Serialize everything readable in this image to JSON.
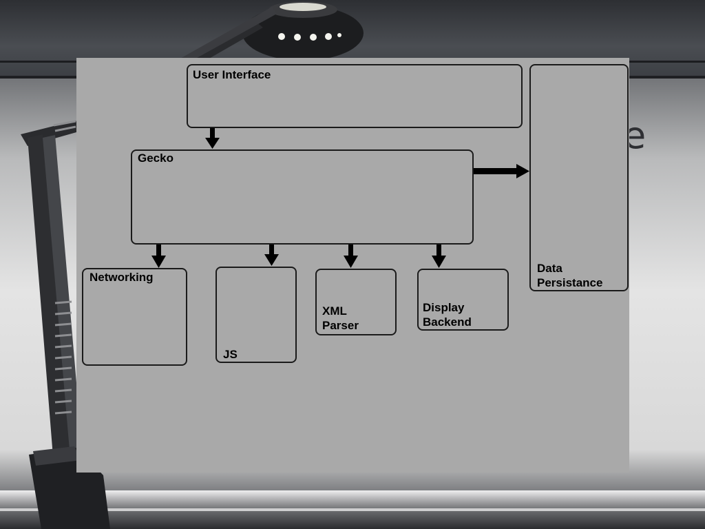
{
  "slide": {
    "title_fragment": "e"
  },
  "diagram": {
    "boxes": {
      "user_interface": "User Interface",
      "gecko": "Gecko",
      "data_persistance": "Data\nPersistance",
      "networking": "Networking",
      "js": "JS",
      "xml_parser": "XML\nParser",
      "display_backend": "Display\nBackend"
    },
    "edges": [
      {
        "from": "User Interface",
        "to": "Gecko"
      },
      {
        "from": "Gecko",
        "to": "Data Persistance"
      },
      {
        "from": "Gecko",
        "to": "Networking"
      },
      {
        "from": "Gecko",
        "to": "JS"
      },
      {
        "from": "Gecko",
        "to": "XML Parser"
      },
      {
        "from": "Gecko",
        "to": "Display Backend"
      }
    ],
    "colors": {
      "panel": "#a9a9a9",
      "stroke": "#1a1a1a"
    }
  }
}
